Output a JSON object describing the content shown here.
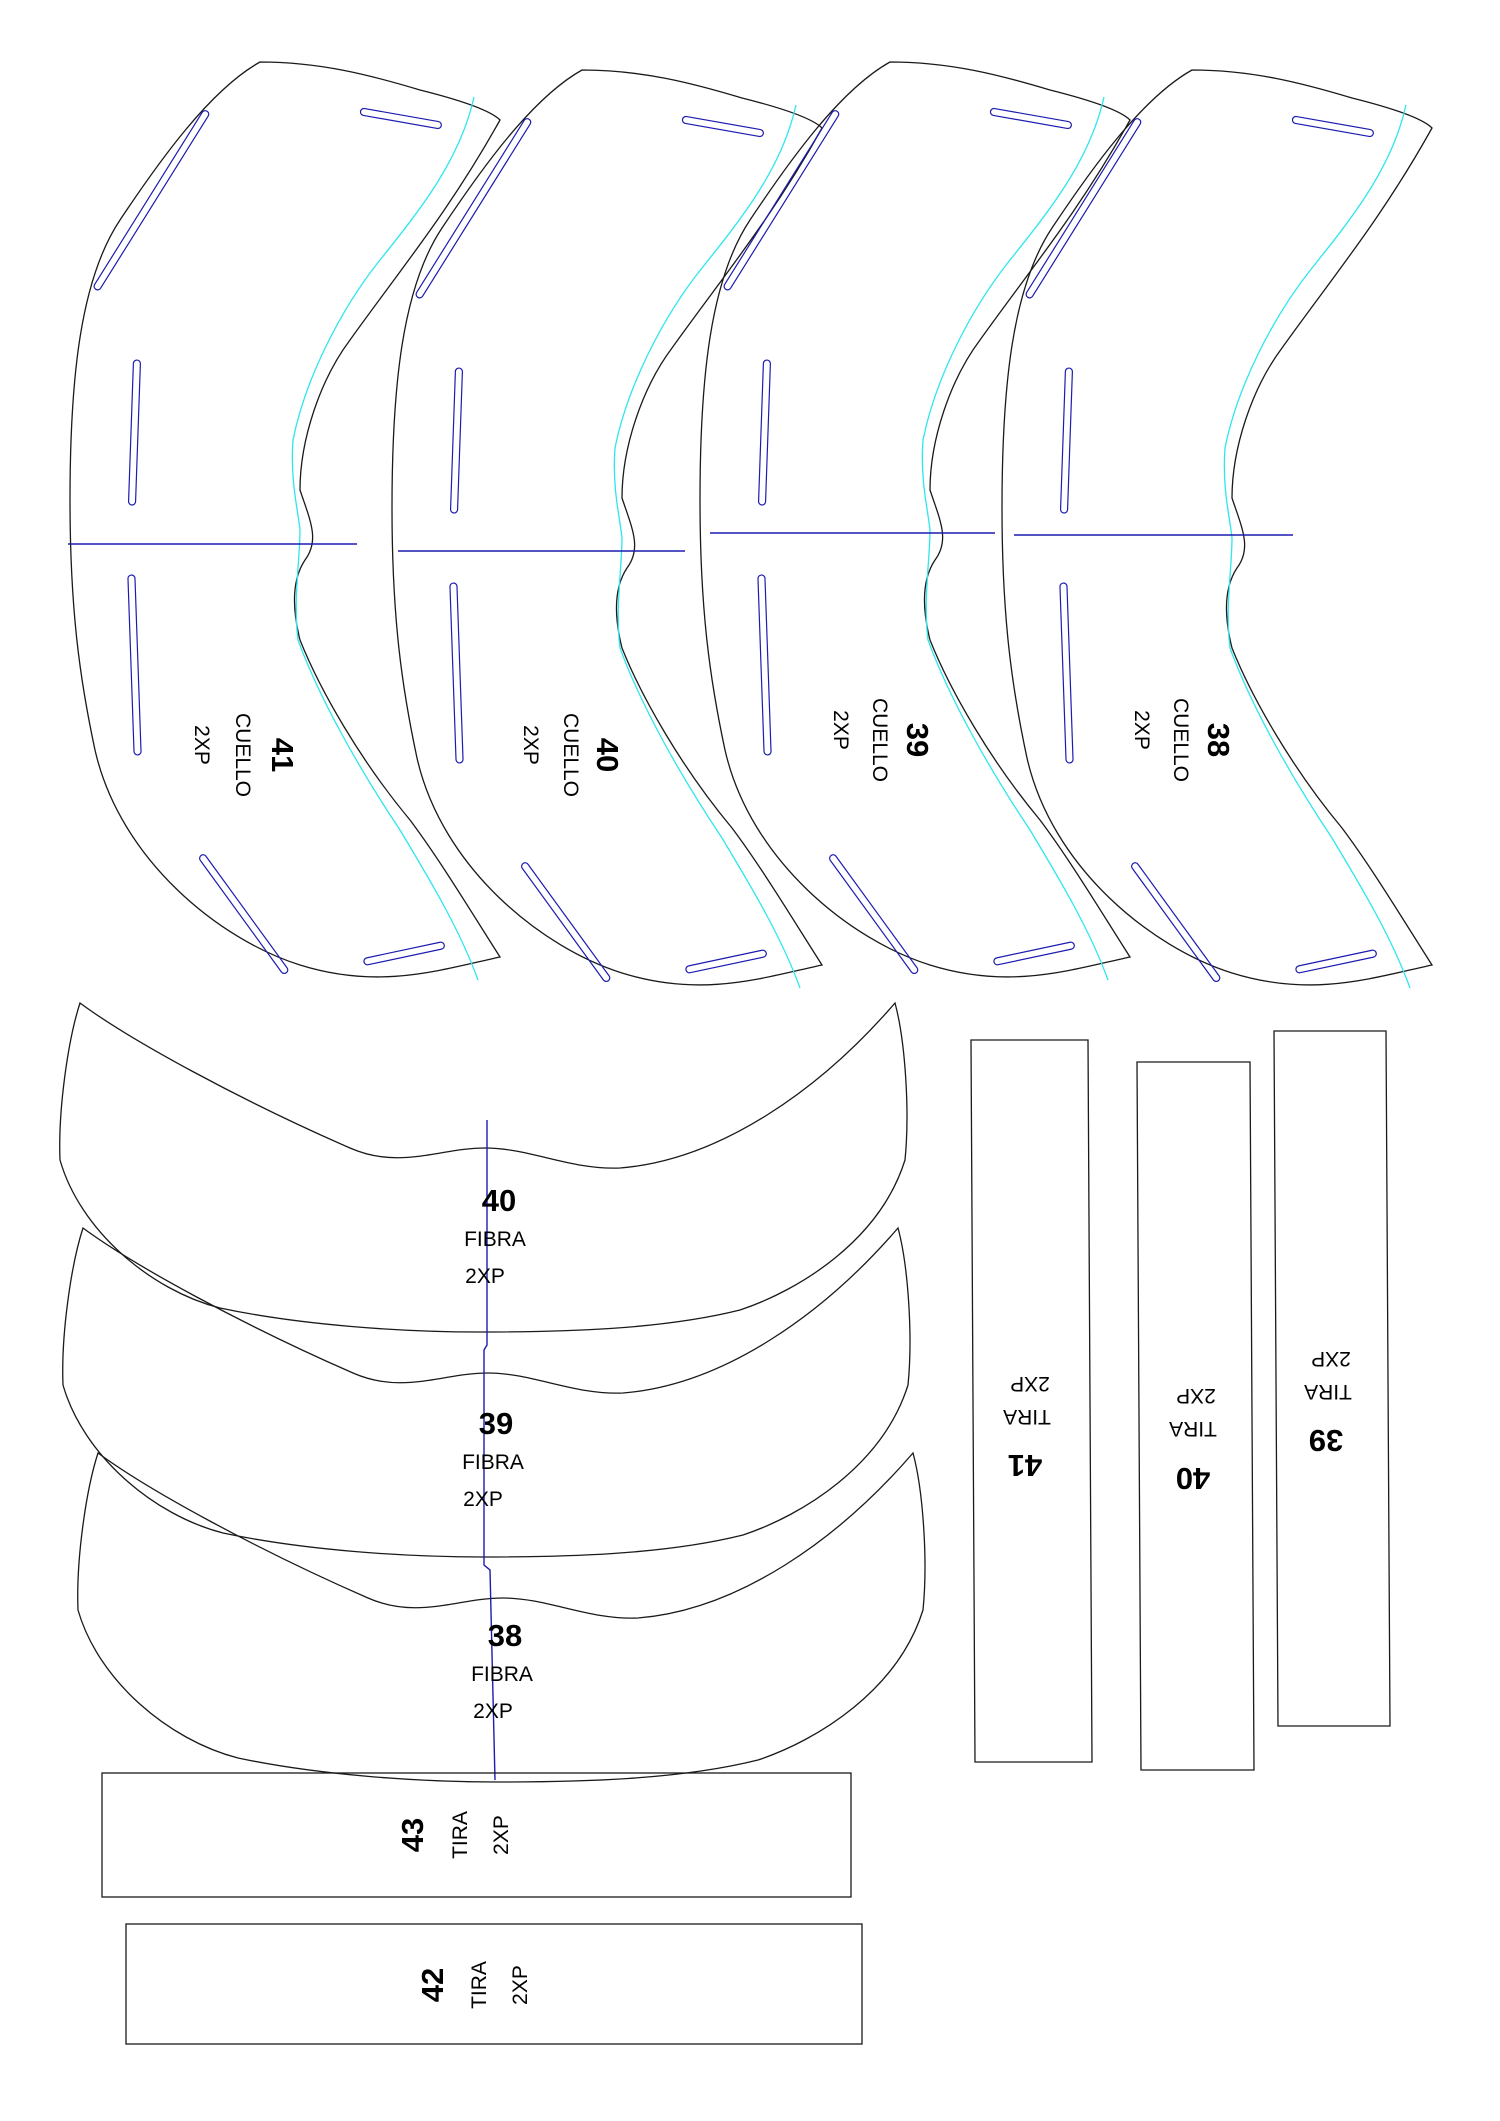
{
  "cuello_pieces": [
    {
      "size": "41",
      "name": "CUELLO",
      "qty": "2XP"
    },
    {
      "size": "40",
      "name": "CUELLO",
      "qty": "2XP"
    },
    {
      "size": "39",
      "name": "CUELLO",
      "qty": "2XP"
    },
    {
      "size": "38",
      "name": "CUELLO",
      "qty": "2XP"
    }
  ],
  "fibra_pieces": [
    {
      "size": "40",
      "name": "FIBRA",
      "qty": "2XP"
    },
    {
      "size": "39",
      "name": "FIBRA",
      "qty": "2XP"
    },
    {
      "size": "38",
      "name": "FIBRA",
      "qty": "2XP"
    }
  ],
  "tira_vertical_pieces": [
    {
      "size": "41",
      "name": "TIRA",
      "qty": "2XP"
    },
    {
      "size": "40",
      "name": "TIRA",
      "qty": "2XP"
    },
    {
      "size": "39",
      "name": "TIRA",
      "qty": "2XP"
    }
  ],
  "tira_horizontal_pieces": [
    {
      "size": "43",
      "name": "TIRA",
      "qty": "2XP"
    },
    {
      "size": "42",
      "name": "TIRA",
      "qty": "2XP"
    }
  ],
  "colors": {
    "outline": "#1a1a1a",
    "seam_line": "#2ee6ee",
    "slot_marks": "#1c1cb0",
    "grain_line": "#1c1cb0"
  }
}
